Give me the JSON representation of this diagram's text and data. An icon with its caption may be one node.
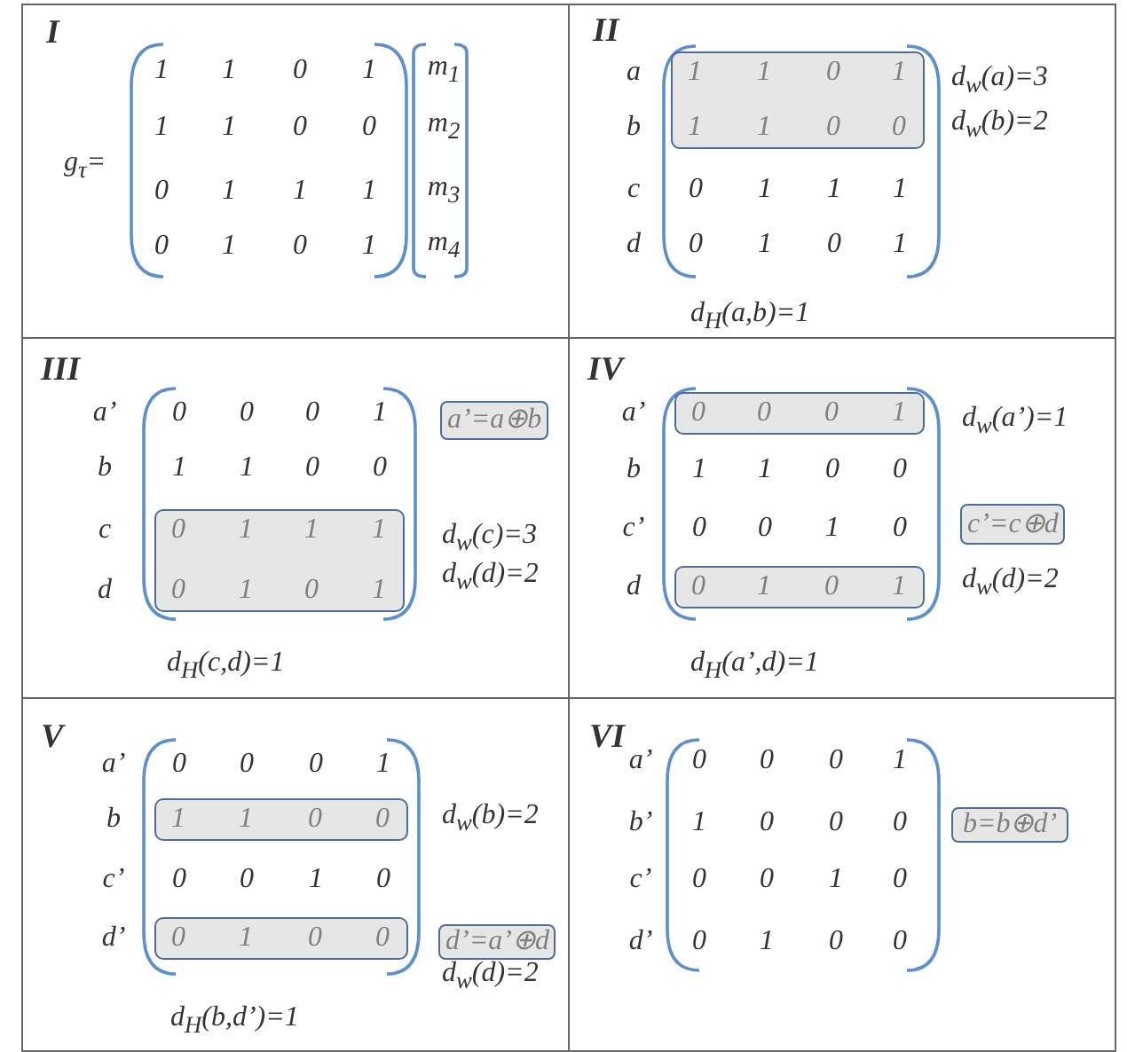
{
  "diagram": {
    "nodes": [
      {
        "text": [
          "I",
          "g$_{τ}$=",
          "1",
          "1",
          "0",
          "1",
          "1",
          "1",
          "0",
          "0",
          "0",
          "1",
          "1",
          "1",
          "0",
          "1",
          "0",
          "1",
          "m$_{1}$",
          "m$_{2}$",
          "m$_{3}$",
          "m$_{4}$"
        ]
      },
      {
        "text": [
          "II",
          "a",
          "b",
          "c",
          "d",
          "0",
          "1",
          "1",
          "1",
          "0",
          "1",
          "0",
          "1",
          "d$_{w}$(a)=3",
          "d$_{w}$(b)=2",
          "d$_{H}$(a,b)=1"
        ]
      },
      {
        "text": [
          "1",
          "1",
          "0",
          "1",
          "1",
          "1",
          "0",
          "0"
        ],
        "in": 1
      },
      {
        "text": [
          "III",
          "a’",
          "b",
          "c",
          "d",
          "0",
          "0",
          "0",
          "1",
          "1",
          "1",
          "0",
          "0",
          "d$_{w}$(c)=3",
          "d$_{w}$(d)=2",
          "d$_{H}$(c,d)=1"
        ]
      },
      {
        "text": [
          "a’=a⊕b"
        ],
        "in": 3
      },
      {
        "text": [
          "0",
          "1",
          "1",
          "1",
          "0",
          "1",
          "0",
          "1"
        ],
        "in": 3
      },
      {
        "text": [
          "IV",
          "a’",
          "b",
          "c’",
          "d",
          "1",
          "1",
          "0",
          "0",
          "0",
          "0",
          "1",
          "0",
          "d$_{w}$(a’)=1",
          "d$_{w}$(d)=2",
          "d$_{H}$(a’,d)=1"
        ]
      },
      {
        "text": [
          "0",
          "0",
          "0",
          "1"
        ],
        "in": 6
      },
      {
        "text": [
          "c’=c⊕d"
        ],
        "in": 6
      },
      {
        "text": [
          "0",
          "1",
          "0",
          "1"
        ],
        "in": 6
      },
      {
        "text": [
          "V",
          "a’",
          "b",
          "c’",
          "d’",
          "0",
          "0",
          "0",
          "1",
          "0",
          "0",
          "1",
          "0",
          "d$_{w}$(b)=2",
          "d$_{w}$(d)=2",
          "d$_{H}$(b,d’)=1"
        ]
      },
      {
        "text": [
          "1",
          "1",
          "0",
          "0"
        ],
        "in": 10
      },
      {
        "text": [
          "0",
          "1",
          "0",
          "0"
        ],
        "in": 10
      },
      {
        "text": [
          "d’=a’⊕d"
        ],
        "in": 10
      },
      {
        "text": [
          "VI",
          "a’",
          "b’",
          "c’",
          "d’",
          "0",
          "0",
          "0",
          "1",
          "1",
          "0",
          "0",
          "0",
          "0",
          "0",
          "1",
          "0",
          "0",
          "1",
          "0",
          "0"
        ]
      },
      {
        "text": [
          "b=b⊕d’"
        ],
        "in": 14
      }
    ]
  }
}
